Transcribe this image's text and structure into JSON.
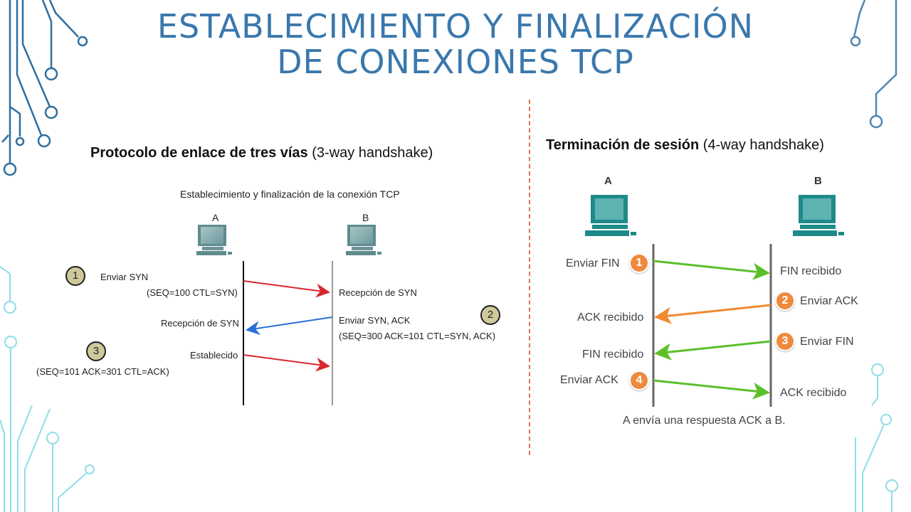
{
  "title": {
    "line1": "ESTABLECIMIENTO  Y FINALIZACIÓN",
    "line2": "DE CONEXIONES TCP"
  },
  "left": {
    "heading_bold": "Protocolo de enlace de tres vías",
    "heading_rest": " (3-way handshake)",
    "subtitle": "Establecimiento y finalización de la conexión TCP",
    "host_a": "A",
    "host_b": "B",
    "steps": [
      {
        "num": "1",
        "label": "Enviar SYN",
        "detail": "(SEQ=100 CTL=SYN)",
        "receiver": "Recepción de SYN"
      },
      {
        "num": "2",
        "label": "Enviar SYN, ACK",
        "detail": "(SEQ=300 ACK=101 CTL=SYN, ACK)",
        "receiver": "Recepción de SYN"
      },
      {
        "num": "3",
        "label": "Establecido",
        "detail": "(SEQ=101 ACK=301 CTL=ACK)"
      }
    ],
    "colors": {
      "forward": "#d8262e",
      "back": "#2a6fd6",
      "badge": "#cfc99a"
    }
  },
  "right": {
    "heading_bold": "Terminación de sesión",
    "heading_rest": " (4-way handshake)",
    "host_a": "A",
    "host_b": "B",
    "steps": [
      {
        "num": "1",
        "sender": "Enviar FIN",
        "receiver": "FIN recibido"
      },
      {
        "num": "2",
        "sender": "Enviar ACK",
        "receiver": "ACK recibido"
      },
      {
        "num": "3",
        "sender": "Enviar FIN",
        "receiver": "FIN recibido"
      },
      {
        "num": "4",
        "sender": "Enviar ACK",
        "receiver": "ACK recibido"
      }
    ],
    "caption": "A envía una respuesta ACK a B.",
    "colors": {
      "fin": "#5cbf2a",
      "ack": "#f08a30",
      "badge": "#ee8a3e"
    }
  }
}
